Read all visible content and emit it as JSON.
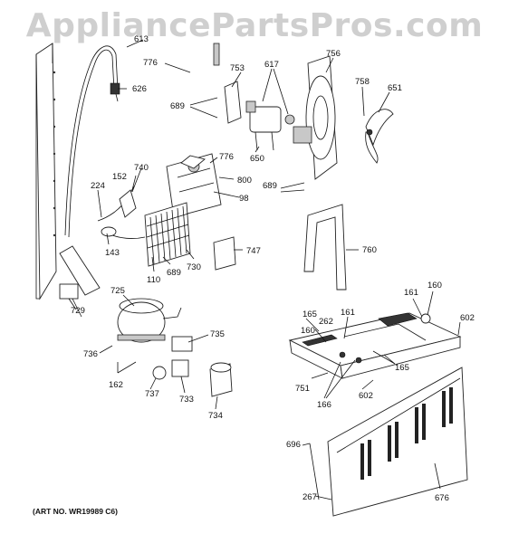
{
  "watermark": "AppliancePartsPros.com",
  "art_number": "(ART NO. WR19989 C6)",
  "callouts": [
    "776",
    "613",
    "626",
    "753",
    "617",
    "756",
    "758",
    "651",
    "689",
    "650",
    "776",
    "740",
    "152",
    "224",
    "800",
    "98",
    "689",
    "143",
    "747",
    "760",
    "730",
    "110",
    "689",
    "725",
    "161",
    "160",
    "165",
    "262",
    "161",
    "160",
    "602",
    "729",
    "736",
    "735",
    "165",
    "162",
    "737",
    "733",
    "751",
    "602",
    "166",
    "734",
    "696",
    "267",
    "676"
  ]
}
